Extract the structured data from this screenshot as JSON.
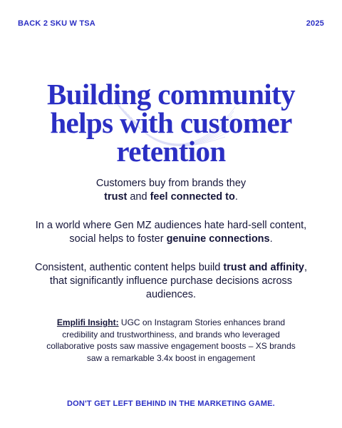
{
  "header": {
    "left_label": "BACK 2 SKU W TSA",
    "right_label": "2025"
  },
  "title": {
    "line1": "Building community",
    "line2": "helps with customer",
    "line3": "retention"
  },
  "paragraph1": {
    "line1": "Customers buy from brands they",
    "strong1": "trust",
    "mid": " and ",
    "strong2": "feel connected to",
    "end": "."
  },
  "paragraph2": {
    "text": "In a world where Gen MZ audiences hate hard-sell content, social helps to foster ",
    "strong": "genuine connections",
    "end": "."
  },
  "paragraph3": {
    "start": "Consistent, authentic content helps build ",
    "strong1": "trust and affinity",
    "rest": ", that significantly influence purchase decisions across audiences."
  },
  "insight": {
    "label": "Emplifi Insight:",
    "text": " UGC on Instagram Stories enhances brand credibility and trustworthiness, and brands who leveraged collaborative posts saw massive engagement boosts – XS brands saw a remarkable 3.4x boost in engagement"
  },
  "footer": {
    "text": "DON'T GET LEFT BEHIND IN THE MARKETING GAME."
  },
  "colors": {
    "accent": "#2b2fc4",
    "text": "#16163a",
    "background": "#ffffff"
  },
  "icons": {
    "decoration": "wave-lines-decoration"
  }
}
